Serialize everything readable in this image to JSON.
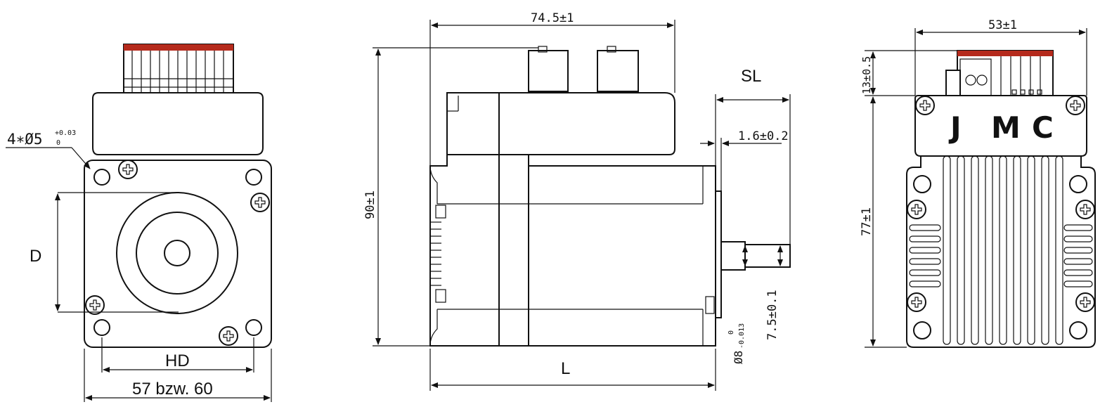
{
  "front_view": {
    "hole_spec_main": "4∗Ø5",
    "hole_spec_tol_upper": "+0.03",
    "hole_spec_tol_lower": "0",
    "label_d": "D",
    "label_hd": "HD",
    "label_width": "57 bzw. 60"
  },
  "side_view": {
    "dim_length_top": "74.5±1",
    "dim_height": "90±1",
    "label_sl": "SL",
    "dim_flange": "1.6±0.2",
    "dim_flat": "7.5±0.1",
    "dim_shaft_main": "Ø8",
    "dim_shaft_tol_upper": "0",
    "dim_shaft_tol_lower": "-0.013",
    "label_l": "L"
  },
  "back_view": {
    "dim_width": "53±1",
    "dim_connector": "13±0.5",
    "dim_height": "77±1",
    "logo_j": "J",
    "logo_m": "M",
    "logo_c": "C"
  },
  "colors": {
    "connector_accent": "#b52a1c",
    "line": "#111111"
  }
}
